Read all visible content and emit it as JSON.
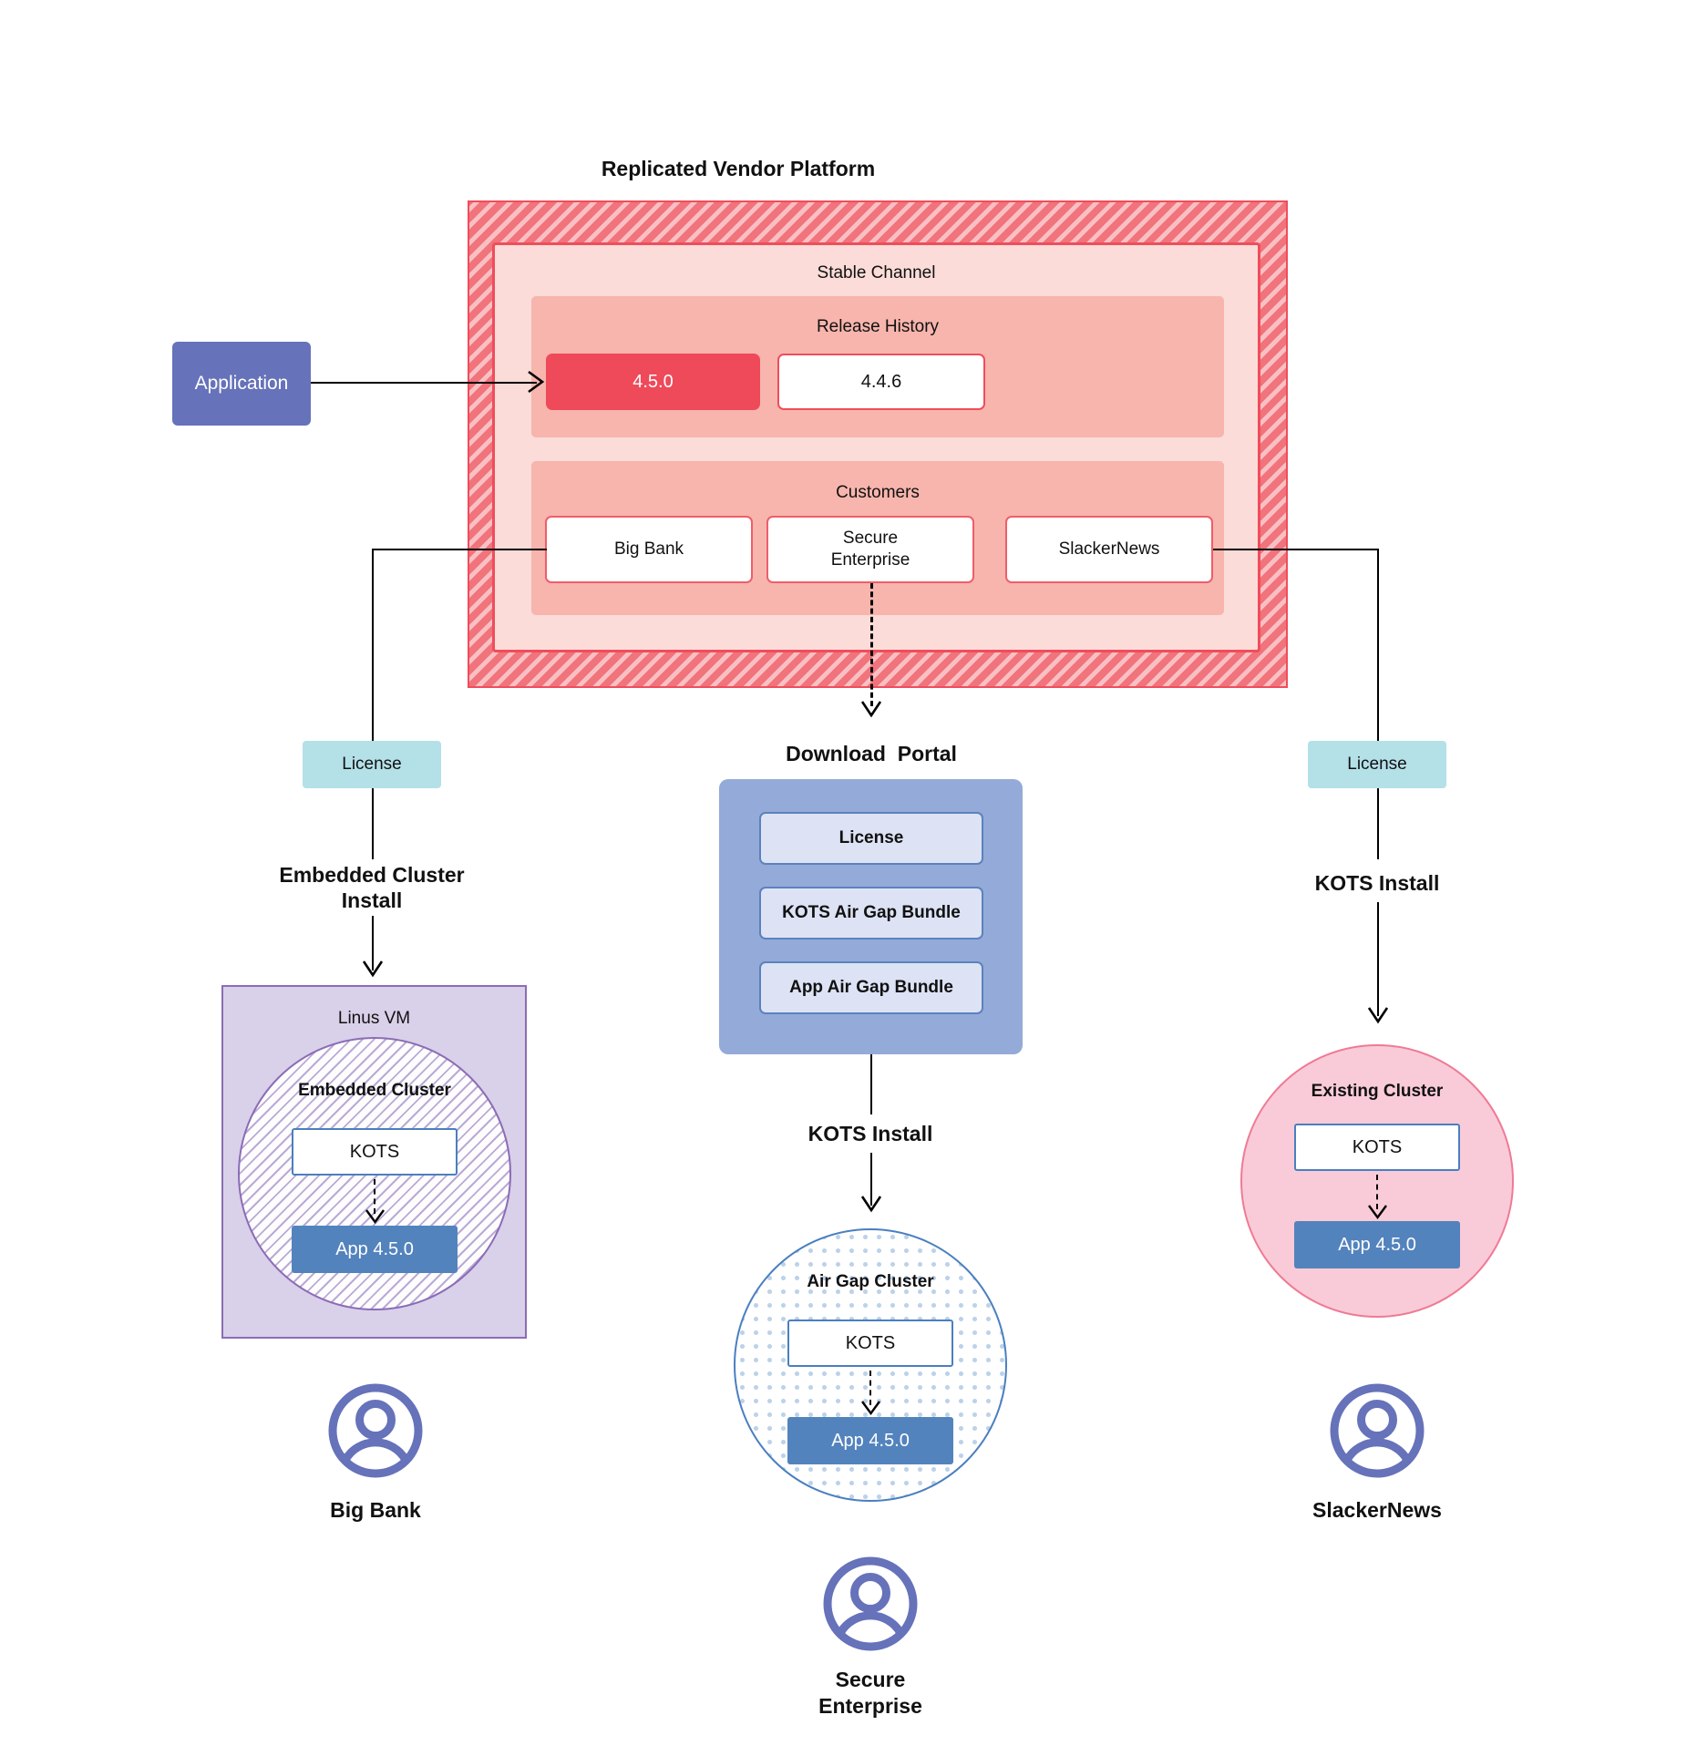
{
  "diagram": {
    "title": "Replicated Vendor Platform"
  },
  "application": {
    "label": "Application"
  },
  "stable_channel": {
    "label": "Stable Channel",
    "release_history": {
      "label": "Release History",
      "releases": [
        {
          "version": "4.5.0",
          "state": "current"
        },
        {
          "version": "4.4.6",
          "state": "previous"
        }
      ]
    },
    "customers": {
      "label": "Customers",
      "items": [
        {
          "name": "Big Bank"
        },
        {
          "name": "Secure\nEnterprise"
        },
        {
          "name": "SlackerNews"
        }
      ]
    }
  },
  "download_portal": {
    "title": "Download  Portal",
    "items": [
      {
        "label": "License"
      },
      {
        "label": "KOTS Air Gap Bundle"
      },
      {
        "label": "App Air Gap Bundle"
      }
    ]
  },
  "flows": {
    "left": {
      "license_label": "License",
      "install_label": "Embedded Cluster\nInstall",
      "customer": "Big Bank"
    },
    "middle": {
      "install_label": "KOTS Install",
      "customer": "Secure\nEnterprise"
    },
    "right": {
      "license_label": "License",
      "install_label": "KOTS Install",
      "customer": "SlackerNews"
    }
  },
  "clusters": {
    "linux_vm": {
      "label": "Linus VM",
      "embedded_cluster": {
        "label": "Embedded Cluster",
        "kots_label": "KOTS",
        "app_label": "App 4.5.0"
      }
    },
    "air_gap": {
      "label": "Air Gap Cluster",
      "kots_label": "KOTS",
      "app_label": "App 4.5.0"
    },
    "existing": {
      "label": "Existing Cluster",
      "kots_label": "KOTS",
      "app_label": "App 4.5.0"
    }
  },
  "colors": {
    "vendor_platform": "#f1737b",
    "stable_channel": "#fbdcd8",
    "release_panel": "#f7b5ad",
    "current_release": "#ee4a5a",
    "application": "#6672b9",
    "license": "#b4e0e8",
    "download_portal": "#94aad8",
    "portal_item": "#dde3f5",
    "linux_vm": "#d9d0ea",
    "existing_cluster": "#f9cbd8",
    "app_node": "#5383bd",
    "avatar": "#6672b9"
  }
}
